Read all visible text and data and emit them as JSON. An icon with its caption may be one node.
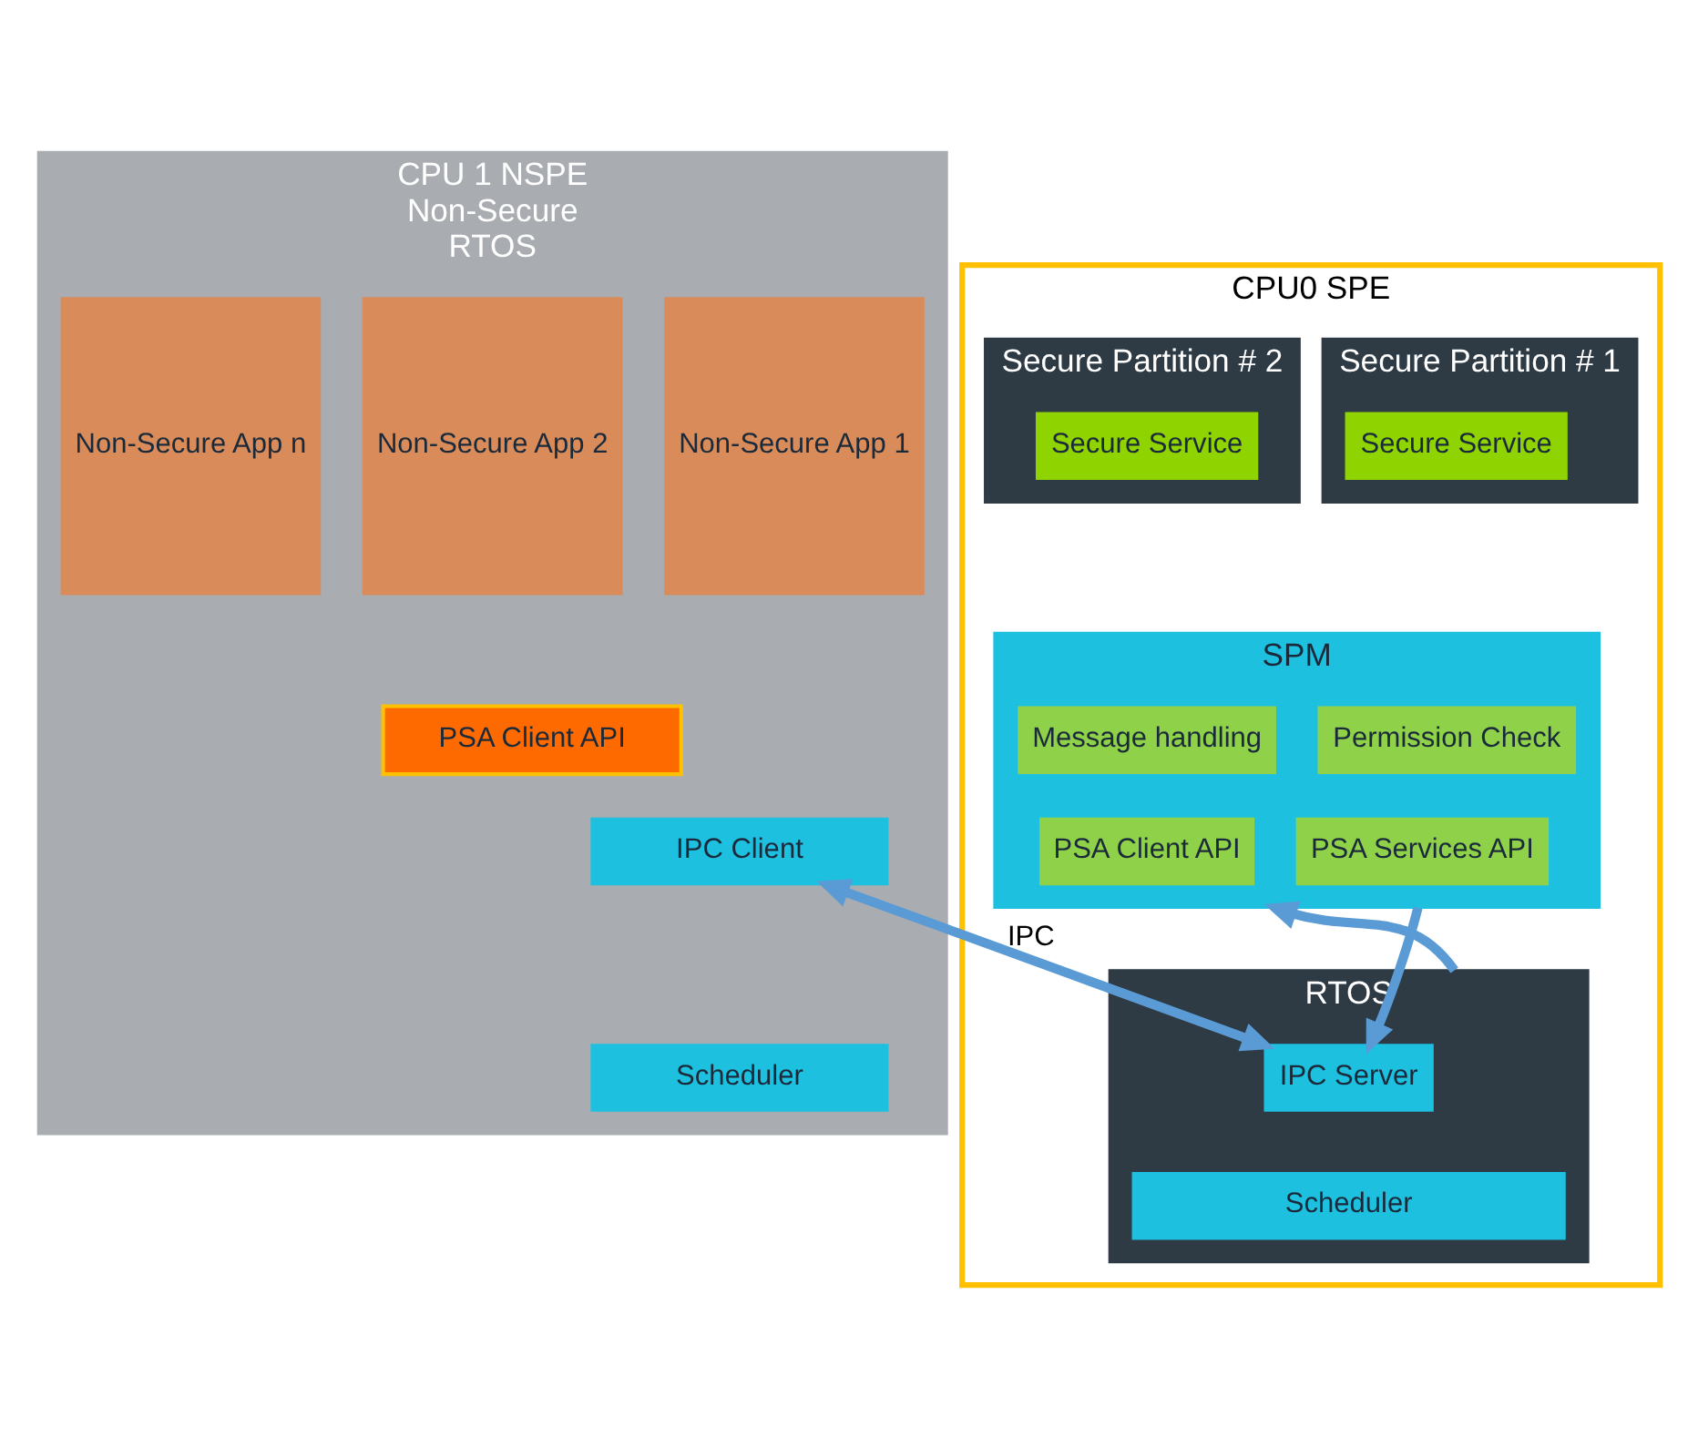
{
  "diagram": {
    "nodes": [
      {
        "text": [
          "CPU 1 NSPE",
          "Non-Secure",
          "RTOS"
        ]
      },
      {
        "text": [
          "Non-Secure App 1"
        ],
        "in": 0
      },
      {
        "text": [
          "Non-Secure App 2"
        ],
        "in": 0
      },
      {
        "text": [
          "Non-Secure App n"
        ],
        "in": 0
      },
      {
        "text": [
          "PSA Client API"
        ],
        "in": 0
      },
      {
        "text": [
          "IPC Client"
        ],
        "in": 0
      },
      {
        "text": [
          "Scheduler"
        ],
        "in": 0
      },
      {
        "text": [
          "CPU0 SPE"
        ]
      },
      {
        "text": [
          "Secure Partition # 1"
        ],
        "in": 7
      },
      {
        "text": [
          "Secure Service"
        ],
        "in": 8
      },
      {
        "text": [
          "Secure Partition # 2"
        ],
        "in": 7
      },
      {
        "text": [
          "Secure Service"
        ],
        "in": 10
      },
      {
        "text": [
          "SPM"
        ],
        "in": 7
      },
      {
        "text": [
          "Permission Check"
        ],
        "in": 12
      },
      {
        "text": [
          "Message handling"
        ],
        "in": 12
      },
      {
        "text": [
          "PSA Services API"
        ],
        "in": 12
      },
      {
        "text": [
          "PSA Client API"
        ],
        "in": 12
      },
      {
        "text": [
          "RTOS"
        ],
        "in": 7
      },
      {
        "text": [
          "IPC Server"
        ],
        "in": 17
      },
      {
        "text": [
          "Scheduler"
        ],
        "in": 17
      }
    ],
    "edges": [
      {
        "from": 5,
        "to": 18,
        "arrow": "both",
        "label": "IPC"
      },
      {
        "from": 12,
        "to": 18,
        "arrow": "to"
      },
      {
        "from": 17,
        "to": 12,
        "arrow": "to"
      }
    ]
  }
}
